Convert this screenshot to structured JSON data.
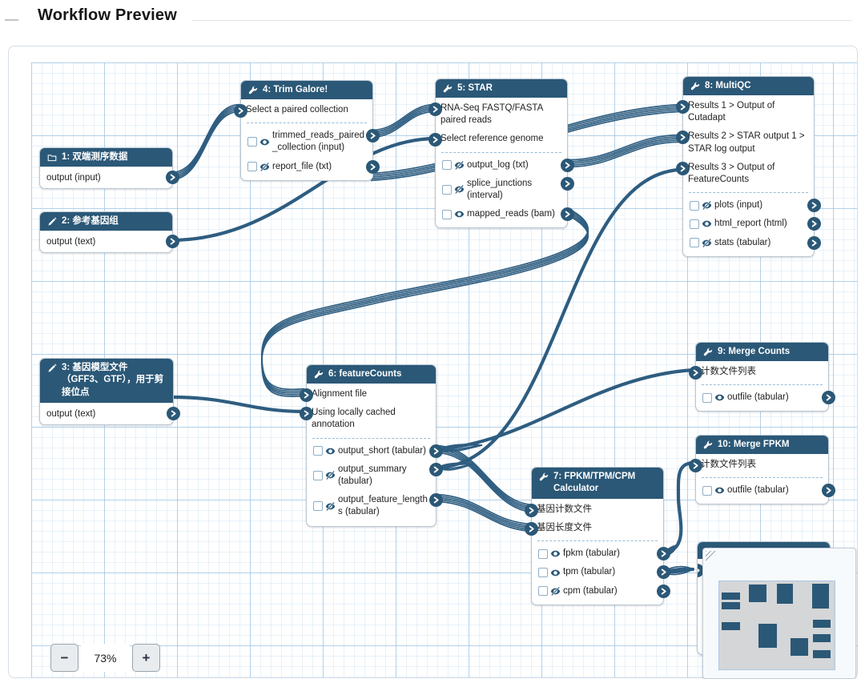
{
  "header": {
    "title": "Workflow Preview"
  },
  "zoom": {
    "out_label": "−",
    "level": "73%",
    "in_label": "+"
  },
  "colors": {
    "accent": "#2b5877",
    "edge": "#2e5d80",
    "grid_major": "#9cc3e2",
    "grid_minor": "#cbe2f3",
    "node_border": "#b9c6d2"
  },
  "icons": {
    "wrench-icon": "tool step",
    "folder-icon": "input collection",
    "pencil-icon": "input parameter",
    "eye-icon": "output visible",
    "eye-slash-icon": "output hidden",
    "chevron-right-icon": "❯",
    "resize-handle-icon": "⟋",
    "minus-icon": "−",
    "plus-icon": "+"
  },
  "nodes": [
    {
      "title": "1: 双端测序数据",
      "icon": "folder-icon",
      "outputs": [
        {
          "label": "output (input)"
        }
      ]
    },
    {
      "title": "2: 参考基因组",
      "icon": "pencil-icon",
      "outputs": [
        {
          "label": "output (text)"
        }
      ]
    },
    {
      "title": "3: 基因模型文件（GFF3、GTF），用于剪接位点",
      "icon": "pencil-icon",
      "outputs": [
        {
          "label": "output (text)"
        }
      ]
    },
    {
      "title": "4: Trim Galore!",
      "icon": "wrench-icon",
      "inputs": [
        {
          "label": "Select a paired collection"
        }
      ],
      "outputs": [
        {
          "label": "trimmed_reads_paired_collection (input)",
          "visibility": "visible"
        },
        {
          "label": "report_file (txt)",
          "visibility": "hidden"
        }
      ]
    },
    {
      "title": "5: STAR",
      "icon": "wrench-icon",
      "inputs": [
        {
          "label": "RNA-Seq FASTQ/FASTA paired reads"
        },
        {
          "label": "Select reference genome"
        }
      ],
      "outputs": [
        {
          "label": "output_log (txt)",
          "visibility": "hidden"
        },
        {
          "label": "splice_junctions (interval)",
          "visibility": "hidden"
        },
        {
          "label": "mapped_reads (bam)",
          "visibility": "visible"
        }
      ]
    },
    {
      "title": "6: featureCounts",
      "icon": "wrench-icon",
      "inputs": [
        {
          "label": "Alignment file"
        },
        {
          "label": "Using locally cached annotation"
        }
      ],
      "outputs": [
        {
          "label": "output_short (tabular)",
          "visibility": "visible"
        },
        {
          "label": "output_summary (tabular)",
          "visibility": "hidden"
        },
        {
          "label": "output_feature_lengths (tabular)",
          "visibility": "hidden"
        }
      ]
    },
    {
      "title": "7: FPKM/TPM/CPM Calculator",
      "icon": "wrench-icon",
      "inputs": [
        {
          "label": "基因计数文件"
        },
        {
          "label": "基因长度文件"
        }
      ],
      "outputs": [
        {
          "label": "fpkm (tabular)",
          "visibility": "visible"
        },
        {
          "label": "tpm (tabular)",
          "visibility": "visible"
        },
        {
          "label": "cpm (tabular)",
          "visibility": "hidden"
        }
      ]
    },
    {
      "title": "8: MultiQC",
      "icon": "wrench-icon",
      "inputs": [
        {
          "label": "Results 1 > Output of Cutadapt"
        },
        {
          "label": "Results 2 > STAR output 1 > STAR log output"
        },
        {
          "label": "Results 3 > Output of FeatureCounts"
        }
      ],
      "outputs": [
        {
          "label": "plots (input)",
          "visibility": "hidden"
        },
        {
          "label": "html_report (html)",
          "visibility": "visible"
        },
        {
          "label": "stats (tabular)",
          "visibility": "hidden"
        }
      ]
    },
    {
      "title": "9: Merge Counts",
      "icon": "wrench-icon",
      "inputs": [
        {
          "label": "计数文件列表"
        }
      ],
      "outputs": [
        {
          "label": "outfile (tabular)",
          "visibility": "visible"
        }
      ]
    },
    {
      "title": "10: Merge FPKM",
      "icon": "wrench-icon",
      "inputs": [
        {
          "label": "计数文件列表"
        }
      ],
      "outputs": [
        {
          "label": "outfile (tabular)",
          "visibility": "visible"
        }
      ]
    },
    {
      "title": "",
      "icon": "wrench-icon",
      "note": "node partially hidden behind minimap",
      "inputs": [
        {
          "label": ""
        }
      ],
      "outputs": []
    }
  ],
  "edges": [
    {
      "from": "1 output",
      "to": "4 Select a paired collection",
      "style": "multi"
    },
    {
      "from": "2 output",
      "to": "5 Select reference genome",
      "style": "single"
    },
    {
      "from": "4 trimmed_reads_paired_collection",
      "to": "5 RNA-Seq FASTQ/FASTA paired reads",
      "style": "multi"
    },
    {
      "from": "4 report_file",
      "to": "8 Results 1 > Output of Cutadapt",
      "style": "multi"
    },
    {
      "from": "5 output_log",
      "to": "8 Results 2 > STAR output 1 > STAR log output",
      "style": "multi"
    },
    {
      "from": "5 mapped_reads",
      "to": "6 Alignment file",
      "style": "multi"
    },
    {
      "from": "3 output",
      "to": "6 Using locally cached annotation",
      "style": "single"
    },
    {
      "from": "6 output_short",
      "to": "9 计数文件列表",
      "style": "fan"
    },
    {
      "from": "6 output_short",
      "to": "7 基因计数文件",
      "style": "multi"
    },
    {
      "from": "6 output_feature_lengths",
      "to": "7 基因长度文件",
      "style": "multi"
    },
    {
      "from": "6 output_summary",
      "to": "8 Results 3 > Output of FeatureCounts",
      "style": "fan"
    },
    {
      "from": "7 fpkm",
      "to": "10 计数文件列表",
      "style": "fan"
    },
    {
      "from": "7 tpm",
      "to": "11 (hidden node input)",
      "style": "fan"
    }
  ],
  "minimap": {
    "description": "workflow overview"
  }
}
